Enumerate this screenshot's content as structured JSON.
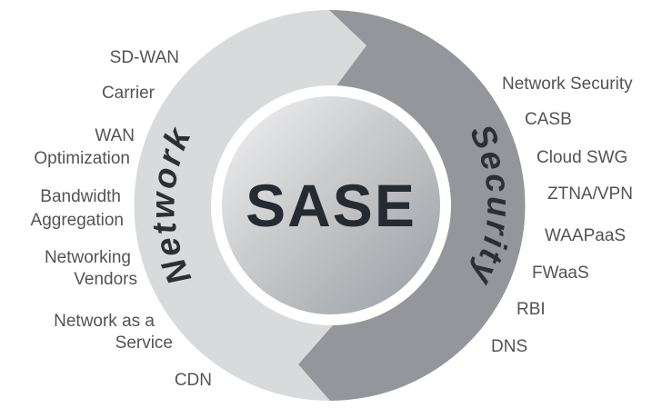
{
  "diagram": {
    "title": "SASE",
    "colors": {
      "network_segment": "#d9dadc",
      "security_segment": "#94969b",
      "ring_gap": "#ffffff",
      "center_gradient_light": "#f4f4f5",
      "center_gradient_dark": "#999da2",
      "center_text": "#262b31",
      "ring_label_text": "#2d3033",
      "side_label_text": "#525357",
      "background": "#ffffff"
    },
    "network": {
      "label": "Network",
      "items": [
        {
          "lines": [
            "SD-WAN"
          ]
        },
        {
          "lines": [
            "Carrier"
          ]
        },
        {
          "lines": [
            "WAN",
            "Optimization"
          ]
        },
        {
          "lines": [
            "Bandwidth",
            "Aggregation"
          ]
        },
        {
          "lines": [
            "Networking",
            "Vendors"
          ]
        },
        {
          "lines": [
            "Network as a",
            "Service"
          ]
        },
        {
          "lines": [
            "CDN"
          ]
        }
      ]
    },
    "security": {
      "label": "Security",
      "items": [
        {
          "lines": [
            "Network Security"
          ]
        },
        {
          "lines": [
            "CASB"
          ]
        },
        {
          "lines": [
            "Cloud SWG"
          ]
        },
        {
          "lines": [
            "ZTNA/VPN"
          ]
        },
        {
          "lines": [
            "WAAPaaS"
          ]
        },
        {
          "lines": [
            "FWaaS"
          ]
        },
        {
          "lines": [
            "RBI"
          ]
        },
        {
          "lines": [
            "DNS"
          ]
        }
      ]
    }
  }
}
